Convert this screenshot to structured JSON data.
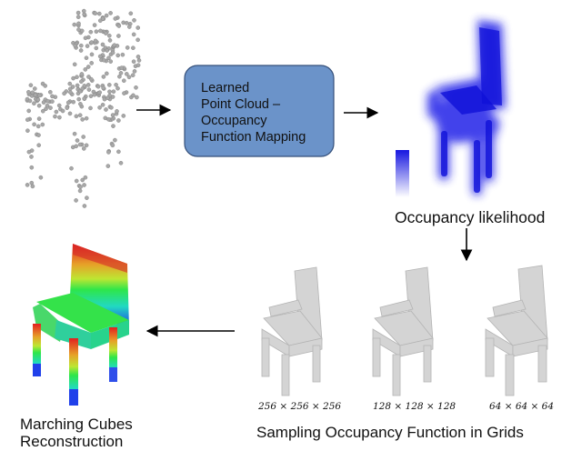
{
  "mapping_box": {
    "lines": [
      "Learned",
      "Point Cloud –",
      "Occupancy",
      "Function Mapping"
    ],
    "color": "#6b93c9"
  },
  "captions": {
    "occupancy": "Occupancy likelihood",
    "marching_line1": "Marching Cubes",
    "marching_line2": "Reconstruction",
    "sampling": "Sampling Occupancy Function in Grids"
  },
  "resolutions": [
    "256 × 256 × 256",
    "128 × 128 × 128",
    "64 × 64 × 64"
  ],
  "colors": {
    "likelihood": "#1e1ee6",
    "grid_chairs": "#d2d2d2",
    "points": "#a8a8a8",
    "arrows": "#000000"
  }
}
